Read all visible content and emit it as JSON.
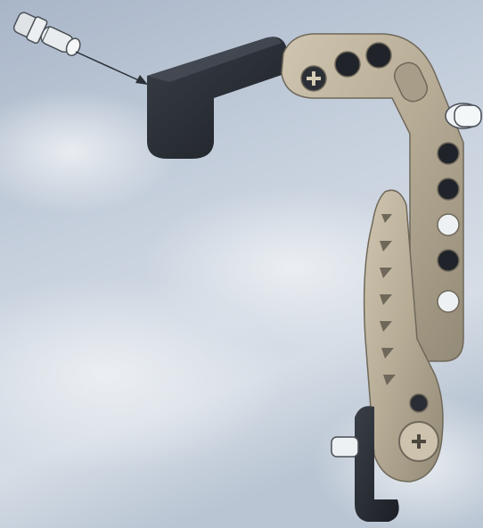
{
  "illustration": {
    "parts": [
      {
        "name": "connector-pin"
      },
      {
        "name": "black-angled-block"
      },
      {
        "name": "tan-bent-liftarm"
      },
      {
        "name": "tan-gear-rack-arm"
      },
      {
        "name": "black-lower-block"
      }
    ]
  },
  "colors": {
    "sky_top": "#aeb9c9",
    "sky_mid": "#c7d1de",
    "sky_light": "#dde3eb",
    "beam_tan": "#b8ad98",
    "beam_shadow": "#8f8775",
    "block_black": "#262a32",
    "pin_light": "#e6e9ec",
    "pin_white": "#f2f5f6"
  }
}
